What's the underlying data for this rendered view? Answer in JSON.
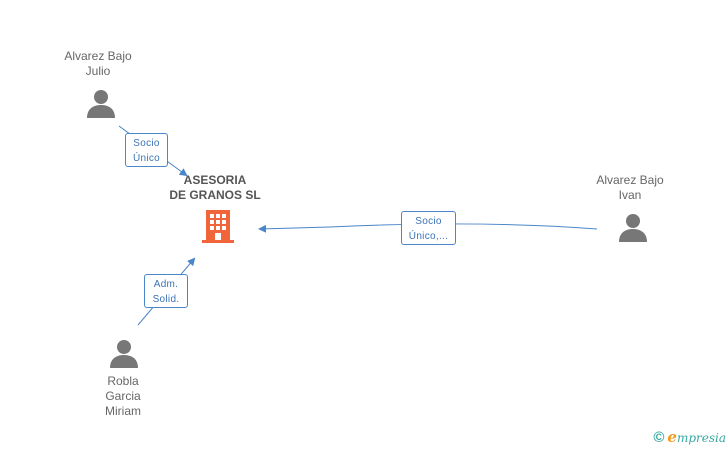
{
  "company": {
    "name_line1": "ASESORIA",
    "name_line2": "DE GRANOS SL",
    "icon": "building-icon",
    "color": "#f0663a"
  },
  "people": {
    "julio": {
      "line1": "Alvarez Bajo",
      "line2": "Julio",
      "icon": "person-icon"
    },
    "ivan": {
      "line1": "Alvarez Bajo",
      "line2": "Ivan",
      "icon": "person-icon"
    },
    "miriam": {
      "line1": "Robla",
      "line2": "Garcia",
      "line3": "Miriam",
      "icon": "person-icon"
    }
  },
  "edges": {
    "julio": {
      "line1": "Socio",
      "line2": "Único"
    },
    "ivan": {
      "line1": "Socio",
      "line2": "Único,..."
    },
    "miriam": {
      "line1": "Adm.",
      "line2": "Solid."
    }
  },
  "colors": {
    "person": "#777777",
    "edge": "#4a86c8",
    "brand": "#3aa7a1",
    "brand_accent": "#f29c1f"
  },
  "footer": {
    "copyright": "©",
    "brand_initial": "e",
    "brand_rest": "mpresia"
  }
}
